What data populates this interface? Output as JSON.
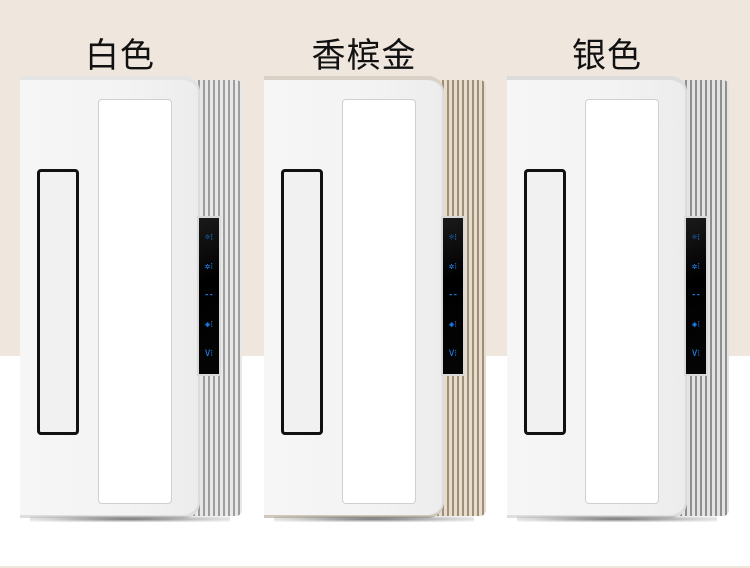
{
  "page": {
    "background_top_color": "#efe6de",
    "background_bottom_color": "#ffffff"
  },
  "variants": [
    {
      "label": "白色",
      "accent": "#9d9d9d",
      "display_icons": [
        "☼⁝",
        "✲⁝",
        "⁃⁃",
        "◈⁝",
        "V⁝"
      ]
    },
    {
      "label": "香槟金",
      "accent": "#9e8f76",
      "display_icons": [
        "☼⁝",
        "✲⁝",
        "⁃⁃",
        "◈⁝",
        "V⁝"
      ]
    },
    {
      "label": "银色",
      "accent": "#8f8f8f",
      "display_icons": [
        "☼⁝",
        "✲⁝",
        "⁃⁃",
        "◈⁝",
        "V⁝"
      ]
    }
  ]
}
